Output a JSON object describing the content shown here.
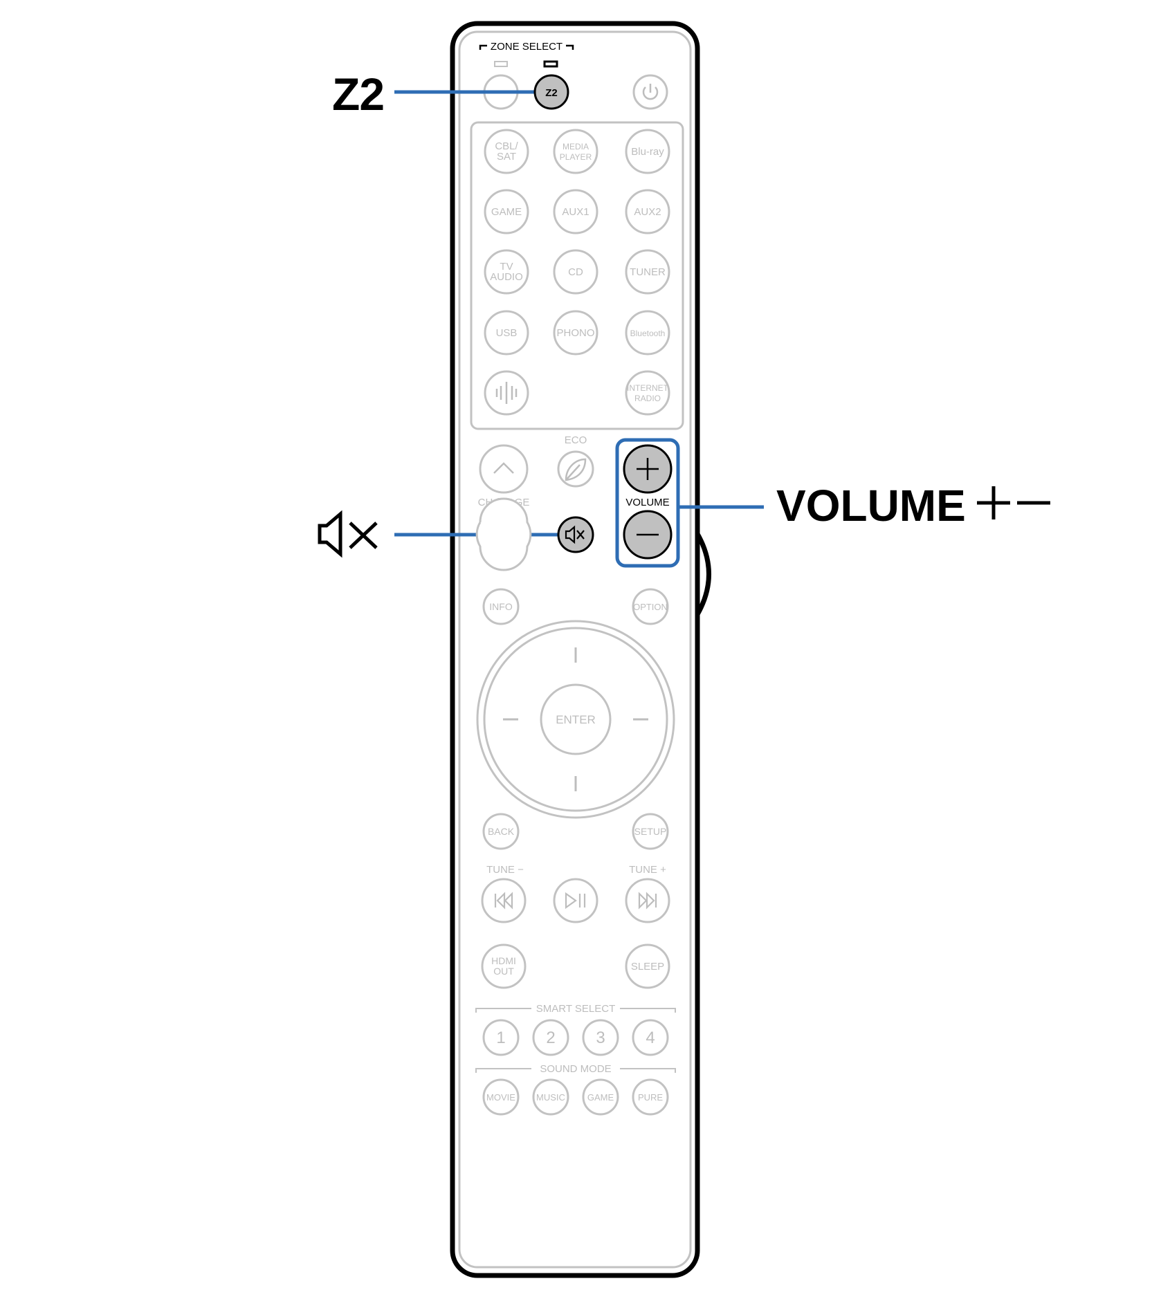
{
  "callouts": {
    "z2_label": "Z2",
    "volume_label": "VOLUME",
    "volume_symbols": "+−"
  },
  "remote": {
    "zone_select": "ZONE SELECT",
    "z2_button": "Z2",
    "input_buttons": [
      [
        "CBL/",
        "SAT"
      ],
      [
        "MEDIA",
        "PLAYER"
      ],
      [
        "Blu-ray"
      ],
      [
        "GAME"
      ],
      [
        "AUX1"
      ],
      [
        "AUX2"
      ],
      [
        "TV",
        "AUDIO"
      ],
      [
        "CD"
      ],
      [
        "TUNER"
      ],
      [
        "USB"
      ],
      [
        "PHONO"
      ],
      [
        "Bluetooth"
      ],
      [
        "INTERNET",
        "RADIO"
      ]
    ],
    "eco": "ECO",
    "ch_page": "CH / PAGE",
    "volume": "VOLUME",
    "info": "INFO",
    "option": "OPTION",
    "enter": "ENTER",
    "back": "BACK",
    "setup": "SETUP",
    "tune_minus": "TUNE −",
    "tune_plus": "TUNE +",
    "hdmi_out": [
      "HDMI",
      "OUT"
    ],
    "sleep": "SLEEP",
    "smart_select": "SMART SELECT",
    "smart_buttons": [
      "1",
      "2",
      "3",
      "4"
    ],
    "sound_mode": "SOUND MODE",
    "sound_buttons": [
      "MOVIE",
      "MUSIC",
      "GAME",
      "PURE"
    ]
  },
  "colors": {
    "callout_line": "#2e6db4",
    "highlight_button": "#c0c0c0",
    "faded_outline": "#c2c2c2"
  }
}
